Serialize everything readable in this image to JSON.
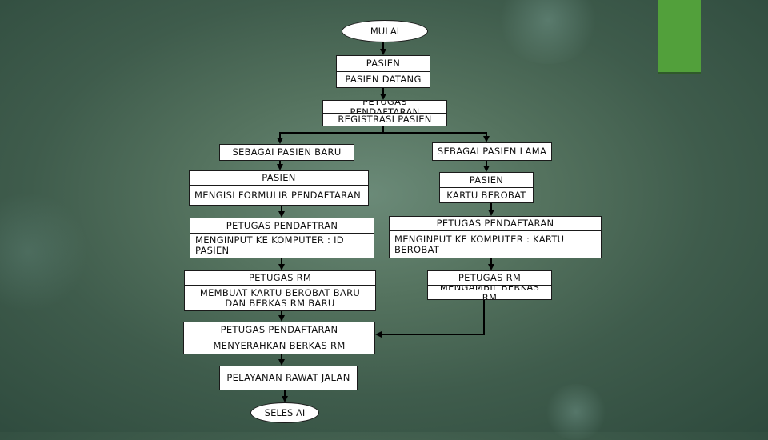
{
  "theme": {
    "accent": "#52a03b",
    "background": "#4f6e5c",
    "box_fill": "#ffffff",
    "line": "#000000"
  },
  "flow": {
    "start": "MULAI",
    "end": "SELES AI",
    "patient_arrival": {
      "title": "PASIEN",
      "text": "PASIEN DATANG"
    },
    "registration": {
      "title": "PETUGAS PENDAFTARAN",
      "text": "REGISTRASI PASIEN"
    },
    "new_patient": {
      "branch": "SEBAGAI PASIEN BARU",
      "step1": {
        "title": "PASIEN",
        "text": "MENGISI FORMULIR PENDAFTARAN"
      },
      "step2": {
        "title": "PETUGAS PENDAFTRAN",
        "text": "MENGINPUT KE KOMPUTER : ID PASIEN"
      },
      "step3": {
        "title": "PETUGAS RM",
        "text": "MEMBUAT KARTU BEROBAT BARU DAN BERKAS RM BARU"
      }
    },
    "old_patient": {
      "branch": "SEBAGAI PASIEN LAMA",
      "step1": {
        "title": "PASIEN",
        "text": "KARTU BEROBAT"
      },
      "step2": {
        "title": "PETUGAS PENDAFTARAN",
        "text": "MENGINPUT KE KOMPUTER : KARTU BEROBAT"
      },
      "step3": {
        "title": "PETUGAS RM",
        "text": "MENGAMBIL BERKAS RM"
      }
    },
    "handover": {
      "title": "PETUGAS PENDAFTARAN",
      "text": "MENYERAHKAN BERKAS RM"
    },
    "service": "PELAYANAN RAWAT JALAN"
  }
}
